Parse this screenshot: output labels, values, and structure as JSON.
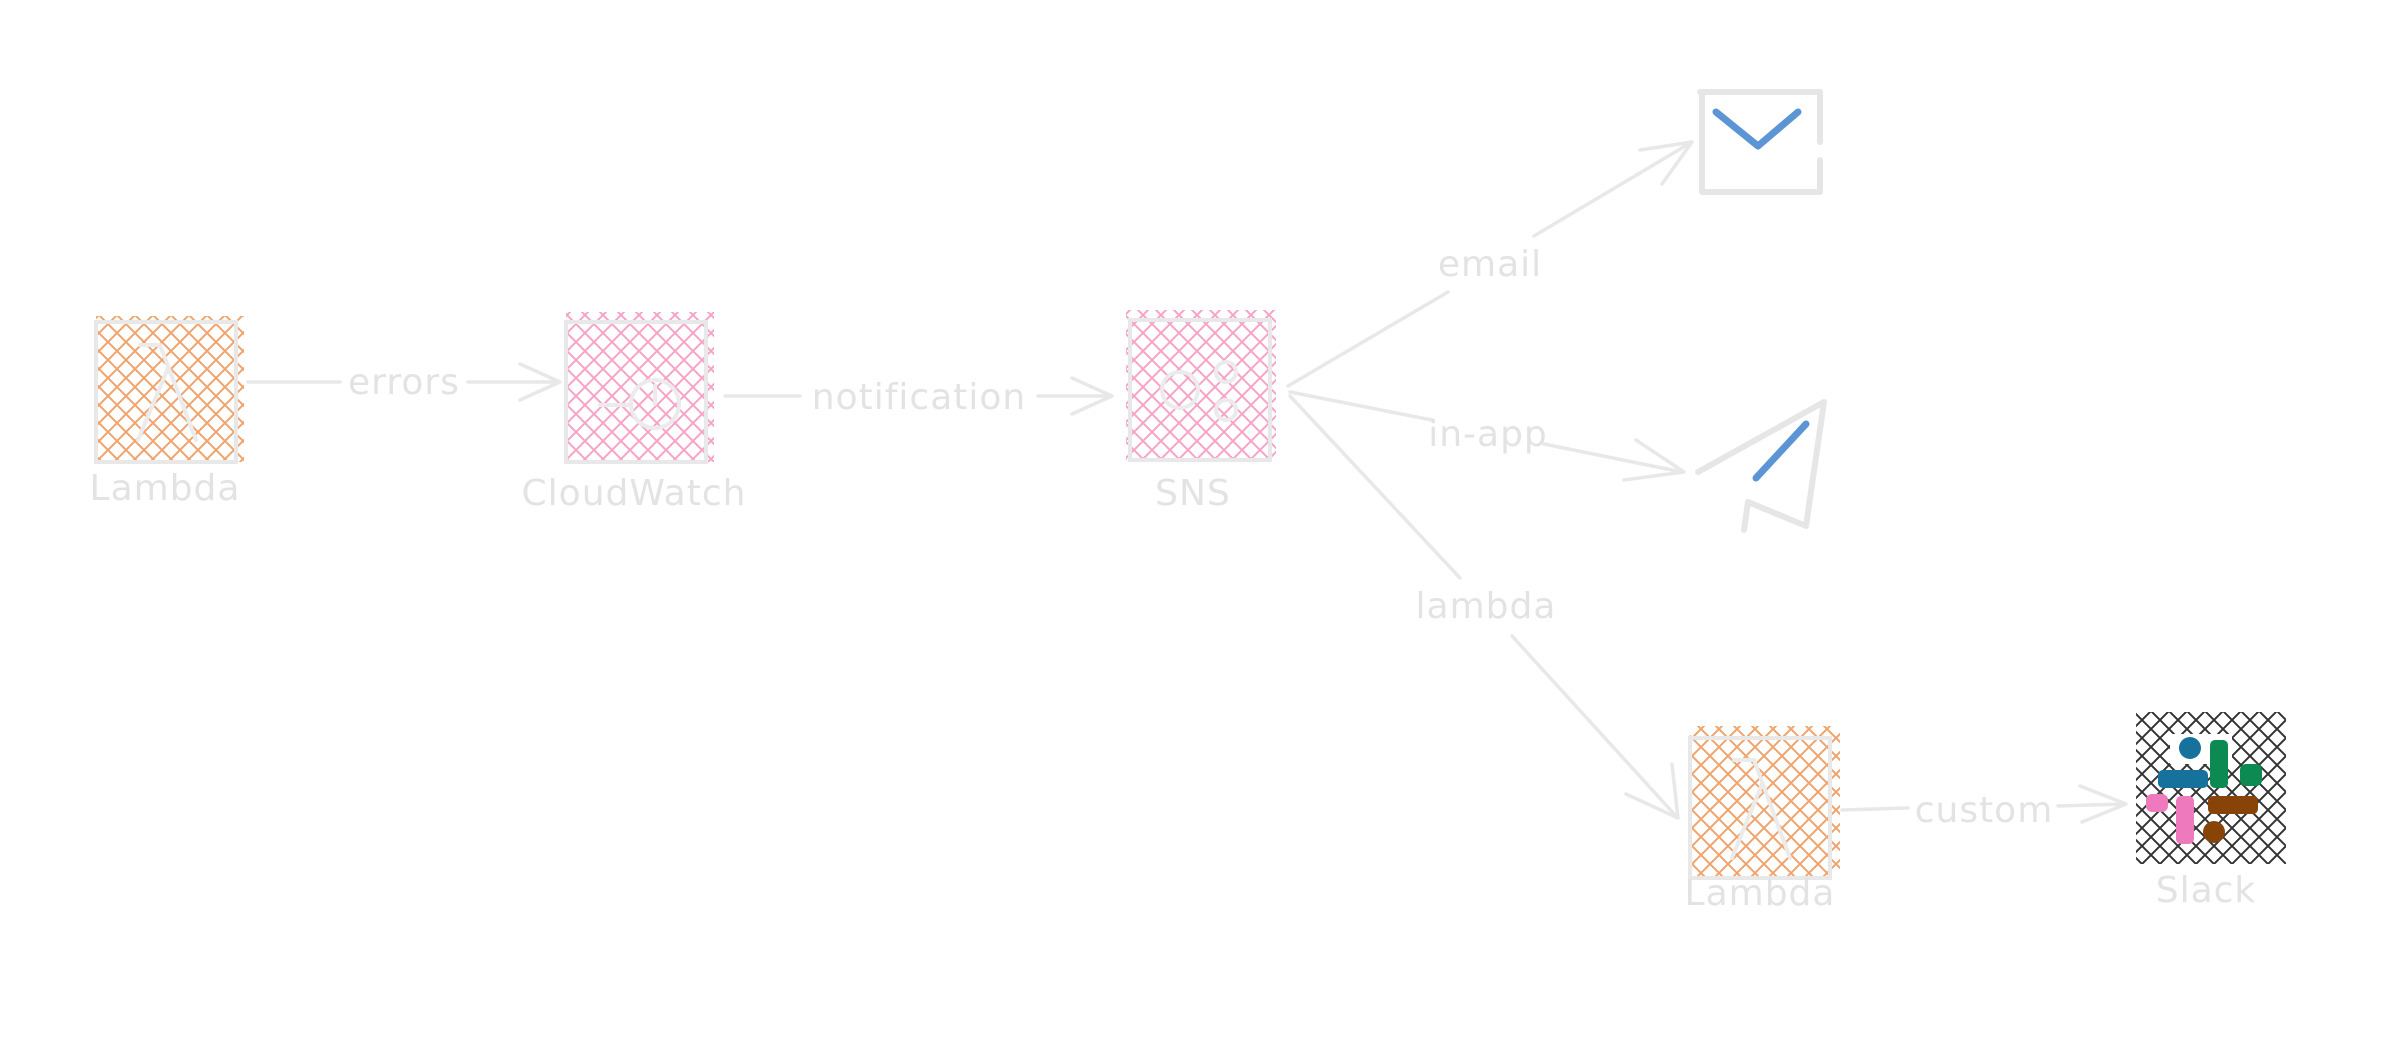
{
  "colors": {
    "lambda_hatch": "#f0a36c",
    "cloudwatch_hatch": "#f7a3c8",
    "sns_hatch": "#f7a3c8",
    "slack_hatch": "#333333",
    "edge": "#e8e8e8",
    "label": "#e3e3e3",
    "accent_blue": "#5b95d4",
    "slack_blue": "#16729c",
    "slack_green": "#0d8a52",
    "slack_pink": "#ee79bc",
    "slack_brown": "#884408"
  },
  "nodes": {
    "lambda_source": {
      "label": "Lambda",
      "icon": "lambda-icon"
    },
    "cloudwatch": {
      "label": "CloudWatch",
      "icon": "cloudwatch-icon"
    },
    "sns": {
      "label": "SNS",
      "icon": "sns-icon"
    },
    "email": {
      "icon": "envelope-icon"
    },
    "in_app": {
      "icon": "paper-plane-icon"
    },
    "lambda_target": {
      "label": "Lambda",
      "icon": "lambda-icon"
    },
    "slack": {
      "label": "Slack",
      "icon": "slack-icon"
    }
  },
  "edges": {
    "errors": "errors",
    "notification": "notification",
    "email": "email",
    "in_app": "in-app",
    "lambda": "lambda",
    "custom": "custom"
  }
}
